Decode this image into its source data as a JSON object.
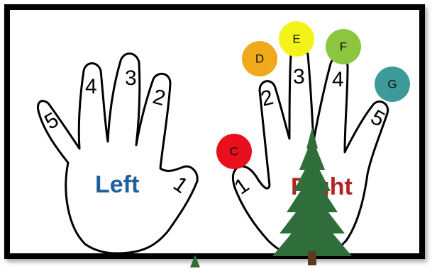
{
  "hands": {
    "left": {
      "label": "Left",
      "label_color": "#1f5f9e",
      "fingers": [
        "1",
        "2",
        "3",
        "4",
        "5"
      ]
    },
    "right": {
      "label": "Right",
      "label_color": "#b22222",
      "fingers": [
        "1",
        "2",
        "3",
        "4",
        "5"
      ]
    }
  },
  "notes": [
    {
      "label": "C",
      "color": "#e8101c"
    },
    {
      "label": "D",
      "color": "#f0a91a"
    },
    {
      "label": "E",
      "color": "#f3f31a"
    },
    {
      "label": "F",
      "color": "#8cc63f"
    },
    {
      "label": "G",
      "color": "#3d9a9a"
    }
  ],
  "decoration": {
    "tree_color": "#2f6e3a"
  }
}
